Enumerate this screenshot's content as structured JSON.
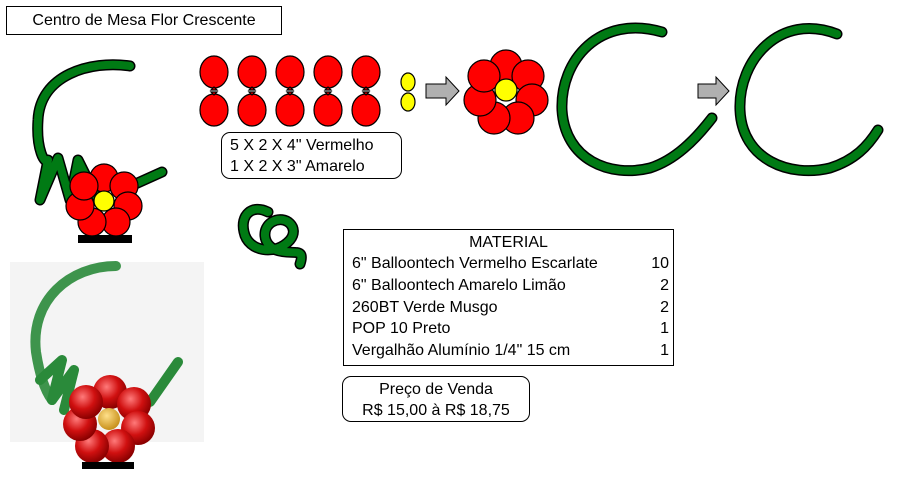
{
  "title": "Centro de Mesa Flor Crescente",
  "spec_lines": [
    "5 X 2 X 4\" Vermelho",
    "1 X 2 X 3\" Amarelo"
  ],
  "material": {
    "header": "MATERIAL",
    "items": [
      {
        "name": "6\" Balloontech Vermelho Escarlate",
        "qty": "10"
      },
      {
        "name": "6\" Balloontech Amarelo Limão",
        "qty": "2"
      },
      {
        "name": "260BT Verde Musgo",
        "qty": "2"
      },
      {
        "name": "POP 10 Preto",
        "qty": "1"
      },
      {
        "name": "Vergalhão Alumínio 1/4\" 15 cm",
        "qty": "1"
      }
    ]
  },
  "price": {
    "label": "Preço de Venda",
    "value": "R$ 15,00 à R$ 18,75"
  },
  "colors": {
    "red": "#ff0000",
    "yellow": "#ffff00",
    "green": "#007a14",
    "arrow": "#b0b0b0",
    "black": "#000000"
  }
}
